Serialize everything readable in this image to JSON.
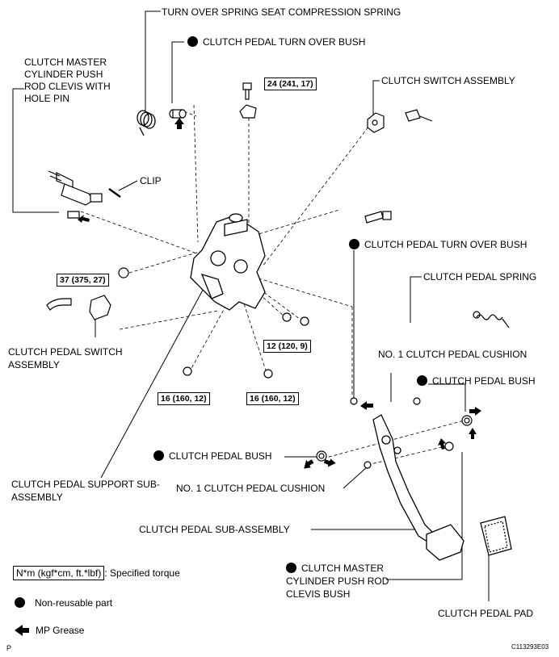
{
  "labels": {
    "turn_over_spring": "TURN OVER SPRING SEAT COMPRESSION SPRING",
    "turn_over_bush_top": "CLUTCH PEDAL TURN OVER BUSH",
    "master_cyl_clevis": "CLUTCH MASTER CYLINDER PUSH ROD CLEVIS WITH HOLE PIN",
    "clutch_switch": "CLUTCH SWITCH ASSEMBLY",
    "clip": "CLIP",
    "turn_over_bush_right": "CLUTCH PEDAL TURN OVER BUSH",
    "pedal_spring": "CLUTCH PEDAL SPRING",
    "pedal_switch": "CLUTCH PEDAL SWITCH ASSEMBLY",
    "cushion_right": "NO. 1 CLUTCH PEDAL CUSHION",
    "pedal_bush_right": "CLUTCH PEDAL BUSH",
    "pedal_bush_left": "CLUTCH PEDAL BUSH",
    "support": "CLUTCH PEDAL SUPPORT SUB-ASSEMBLY",
    "cushion_left": "NO. 1 CLUTCH PEDAL CUSHION",
    "pedal_sub": "CLUTCH PEDAL SUB-ASSEMBLY",
    "clevis_bush": "CLUTCH MASTER CYLINDER PUSH ROD CLEVIS BUSH",
    "pedal_pad": "CLUTCH PEDAL PAD"
  },
  "torques": {
    "t24": "24 (241, 17)",
    "t37": "37 (375, 27)",
    "t12": "12 (120, 9)",
    "t16a": "16 (160, 12)",
    "t16b": "16 (160, 12)"
  },
  "legend": {
    "torque_box": "N*m (kgf*cm, ft.*lbf)",
    "torque_text": ": Specified torque",
    "non_reusable": "Non-reusable part",
    "mp_grease": "MP Grease"
  },
  "footer": {
    "left": "P",
    "code": "C113293E03"
  }
}
